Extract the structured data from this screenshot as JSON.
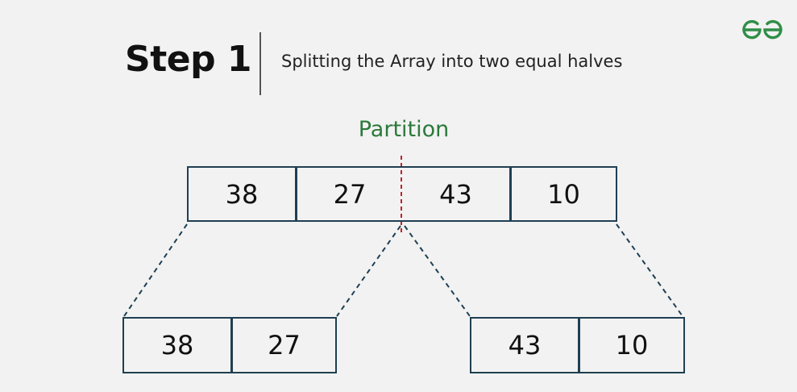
{
  "brand": {
    "logo_icon": "geeksforgeeks-logo-icon",
    "color": "#2f8d46"
  },
  "step": {
    "title": "Step 1",
    "description": "Splitting the Array into two equal halves"
  },
  "partition": {
    "label": "Partition",
    "label_color": "#2c7a3b",
    "line_color": "#c0202a"
  },
  "colors": {
    "box_border": "#1f3f52",
    "connector": "#1f3f52"
  },
  "array": {
    "original": [
      "38",
      "27",
      "43",
      "10"
    ],
    "left_half": [
      "38",
      "27"
    ],
    "right_half": [
      "43",
      "10"
    ]
  }
}
